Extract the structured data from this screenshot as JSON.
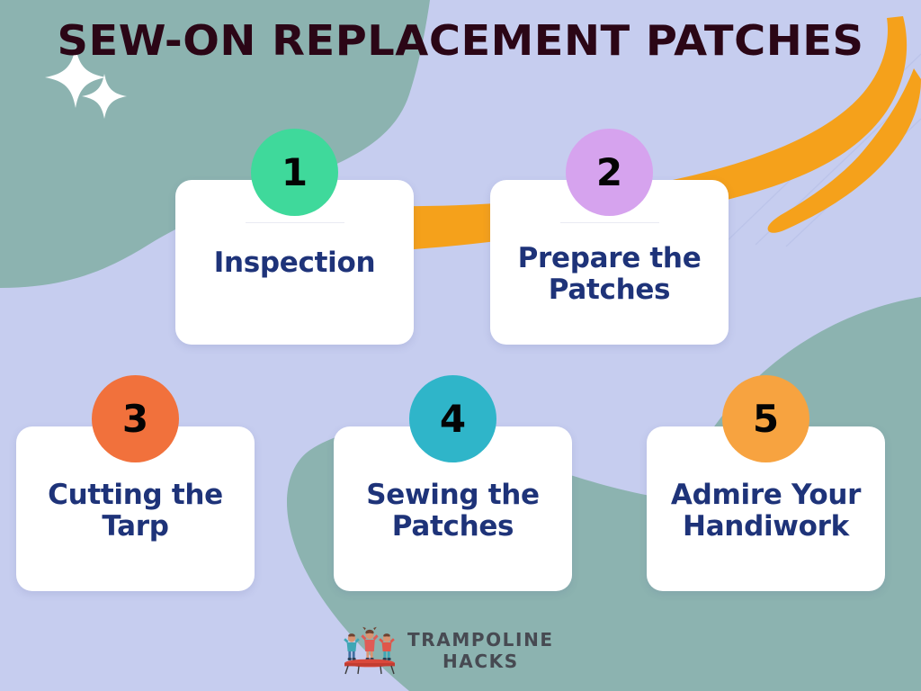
{
  "page": {
    "title": "SEW-ON REPLACEMENT PATCHES",
    "background_color": "#C6CDEF",
    "accent_teal": "#8CB3B0",
    "accent_orange": "#F5A11B",
    "title_color": "#2B0616",
    "label_color": "#1E3379"
  },
  "steps": [
    {
      "number": "1",
      "label": "Inspection",
      "badge_color": "#3FD99B",
      "icon": "step-badge-circle"
    },
    {
      "number": "2",
      "label": "Prepare the Patches",
      "badge_color": "#D6A3EE",
      "icon": "step-badge-circle"
    },
    {
      "number": "3",
      "label": "Cutting the Tarp",
      "badge_color": "#F1713C",
      "icon": "step-badge-circle"
    },
    {
      "number": "4",
      "label": "Sewing the Patches",
      "badge_color": "#2FB5C9",
      "icon": "step-badge-circle"
    },
    {
      "number": "5",
      "label": "Admire Your Handiwork",
      "badge_color": "#F7A340",
      "icon": "step-badge-circle"
    }
  ],
  "footer": {
    "logo_line1": "TRAMPOLINE",
    "logo_line2": "HACKS",
    "logo_icon": "trampoline-kids-icon",
    "logo_text_color": "#474A52",
    "trampoline_color": "#D9483B"
  },
  "decorations": {
    "sparkle_icon": "sparkle-star-icon",
    "swoosh_icon": "orange-swoosh-icon",
    "blob_icon": "teal-blob-shape"
  }
}
